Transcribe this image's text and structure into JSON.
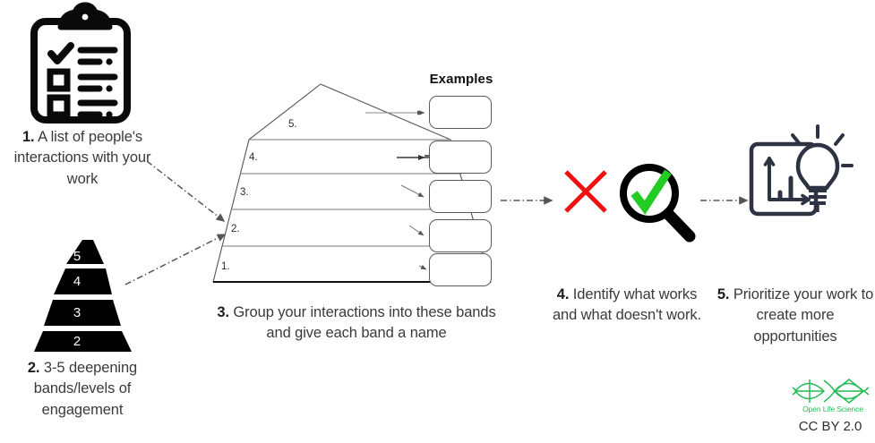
{
  "diagram": {
    "title_visible": false,
    "background_color": "#ffffff",
    "steps": [
      {
        "id": "step-1",
        "number": "1.",
        "text": " A list of people's interactions with your work",
        "icon": "clipboard-checklist-icon"
      },
      {
        "id": "step-2",
        "number": "2.",
        "text": "  3-5 deepening bands/levels of engagement",
        "icon": "black-pyramid-icon"
      },
      {
        "id": "step-3",
        "number": "3.",
        "text": " Group your interactions into these bands and give each band a name",
        "icon": "pentagon-bands-diagram"
      },
      {
        "id": "step-4",
        "number": "4.",
        "text": " Identify what works and what doesn't work.",
        "icon": "magnifier-check-cross-icon"
      },
      {
        "id": "step-5",
        "number": "5.",
        "text": " Prioritize your work to create more opportunities",
        "icon": "lightbulb-chart-icon"
      }
    ],
    "pyramid": {
      "name": "engagement-levels-pyramid",
      "bands_top_to_bottom": [
        "5",
        "4",
        "3",
        "2"
      ],
      "fill_color": "#000000",
      "label_color": "#ffffff"
    },
    "pentagon": {
      "name": "interaction-bands-pentagon",
      "bands_bottom_to_top": [
        "1.",
        "2.",
        "3.",
        "4.",
        "5."
      ],
      "stroke_color": "#555555"
    },
    "examples": {
      "heading": "Examples",
      "box_count": 5,
      "boxes": [
        "",
        "",
        "",
        "",
        ""
      ],
      "box_border_color": "#5a5a5a"
    },
    "evaluation": {
      "cross_icon": "red-cross-icon",
      "cross_color": "#ee1111",
      "check_icon": "green-check-icon",
      "check_color": "#22cc22",
      "magnifier_color": "#000000"
    },
    "outcome": {
      "bulb_icon": "lightbulb-icon",
      "bulb_color": "#2e3344",
      "chart_icon": "bar-chart-icon"
    },
    "connectors": [
      {
        "name": "connector-list-to-pentagon",
        "style": "dash-dot-arrow"
      },
      {
        "name": "connector-pyramid-to-pentagon",
        "style": "dash-dot-arrow"
      },
      {
        "name": "connector-examples-to-evaluation",
        "style": "dash-dot-arrow"
      },
      {
        "name": "connector-evaluation-to-outcome",
        "style": "dash-dot-arrow"
      }
    ],
    "footer": {
      "logo_text": "Open Life Science",
      "logo_color": "#22bb55",
      "license": "CC BY 2.0"
    }
  }
}
